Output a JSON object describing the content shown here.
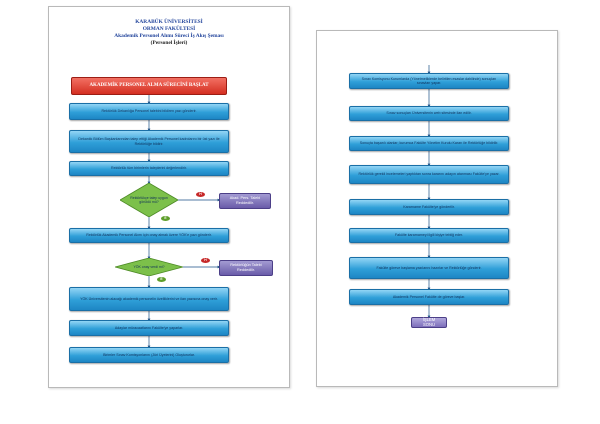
{
  "left_page": {
    "header": {
      "university": "KARABÜK ÜNİVERSİTESİ",
      "faculty": "ORMAN FAKÜLTESİ",
      "title": "Akademik Personel Alımı Süreci İş Akış Şeması",
      "subtitle": "(Personel İşleri)"
    },
    "start": "AKADEMİK PERSONEL ALMA SÜRECİNİ BAŞLAT",
    "steps": [
      "Rektörlük Dekanlığa Personel talebini bildiren yazı gönderir.",
      "Dekanlık Bölüm Başkanlarından talep ettiği Akademik Personel kadrolarını bir üst yazı ile Rektörlüğe bildirir.",
      "Rektörlük tüm birimlerin taleplerini değerlendirir.",
      "Rektörlük Akademik Personel Alımı için onay almak üzere YÖK'e yazı gönderir.",
      "YÖK Üniversitenin alacağı akademik personelin özelliklerini ve ilan yazısına onay verir.",
      "Adaylar müracaatlarını Fakülte'ye yaparlar.",
      "Birimler Sınav Komisyonlarını (Jüri Üyelerini) Oluştururlar."
    ],
    "decision_1": "Rektörlükçe talep uygun görüldü mü?",
    "decision_1_no": "Akad. Pers. Talebi Reddedilir.",
    "decision_2": "YÖK onay verdi mi?",
    "decision_2_no": "Rektörlüğün Talebi Reddedilir.",
    "label_no": "H",
    "label_yes": "E"
  },
  "right_page": {
    "steps": [
      "Sınav Komisyonu Kurumlarda (Yönetmeliklerde belirtilen esaslar dahilinde) sonuçları sınavları yapar.",
      "Sınav sonuçları Üniversitenin web sitesinde ilan edilir.",
      "Sonuçta başarılı olanlar; kurumca Fakülte Yönetim Kurulu Kararı ile Rektörlüğe bildirilir.",
      "Rektörlük gerekli incelemeleri yaptıktan sonra kararını adayın atanması Fakülte'ye yazar.",
      "Kararname Fakülte'ye gönderilir.",
      "Fakülte kararnameyi ilgili kişiye tebliğ eder.",
      "Fakülte göreve başlama yazılarını hazırlar ve Rektörlüğe gönderir.",
      "Akademik Personel Fakülte de göreve başlar."
    ],
    "end": "İŞLEM SONU"
  },
  "colors": {
    "process_blue": "#2f9fd8",
    "start_red": "#d42f22",
    "reject_purple": "#6a5ca9",
    "decision_green": "#7cc04a",
    "no_badge": "#c62828",
    "yes_badge": "#5e9e2a",
    "header_blue": "#23459c"
  }
}
